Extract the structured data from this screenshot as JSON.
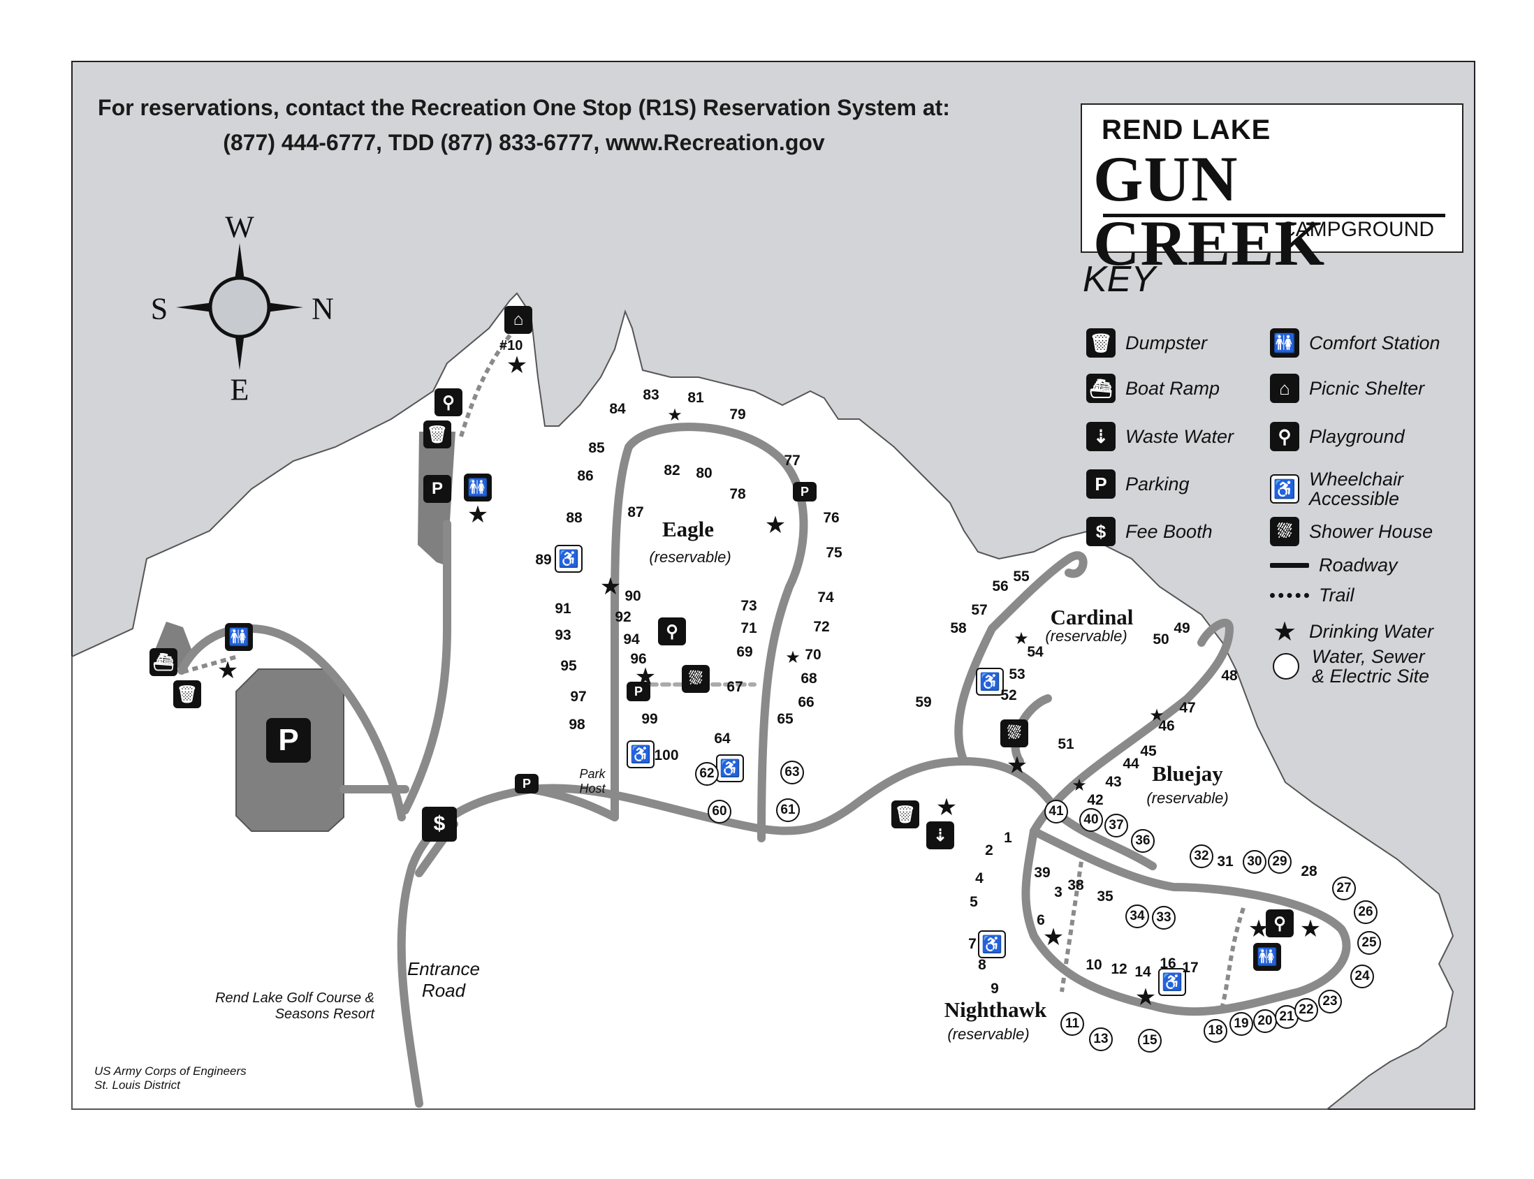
{
  "header": {
    "line1": "For reservations, contact the Recreation One Stop (R1S) Reservation System at:",
    "line2": "(877) 444-6777, TDD (877) 833-6777, www.Recreation.gov"
  },
  "title": {
    "sub1": "REND LAKE",
    "main": "GUN CREEK",
    "sub2": "CAMPGROUND"
  },
  "compass": {
    "top": "W",
    "left": "S",
    "right": "N",
    "bottom": "E"
  },
  "key": {
    "title": "KEY",
    "items": [
      {
        "icon": "dumpster-icon",
        "glyph": "🗑",
        "label": "Dumpster"
      },
      {
        "icon": "comfort-station-icon",
        "glyph": "🚻",
        "label": "Comfort Station"
      },
      {
        "icon": "boat-ramp-icon",
        "glyph": "⛴",
        "label": "Boat Ramp"
      },
      {
        "icon": "picnic-shelter-icon",
        "glyph": "⌂",
        "label": "Picnic Shelter"
      },
      {
        "icon": "waste-water-icon",
        "glyph": "⇣",
        "label": "Waste Water"
      },
      {
        "icon": "playground-icon",
        "glyph": "⚲",
        "label": "Playground"
      },
      {
        "icon": "parking-icon",
        "glyph": "P",
        "label": "Parking"
      },
      {
        "icon": "wheelchair-icon",
        "glyph": "♿",
        "label": "Wheelchair Accessible"
      },
      {
        "icon": "fee-booth-icon",
        "glyph": "$",
        "label": "Fee Booth"
      },
      {
        "icon": "shower-house-icon",
        "glyph": "⛆",
        "label": "Shower House"
      },
      {
        "icon": "roadway-icon",
        "glyph": "",
        "label": "Roadway"
      },
      {
        "icon": "trail-icon",
        "glyph": "",
        "label": "Trail"
      },
      {
        "icon": "drinking-water-icon",
        "glyph": "★",
        "label": "Drinking Water"
      },
      {
        "icon": "water-sewer-electric-icon",
        "glyph": "",
        "label": "Water, Sewer & Electric Site"
      }
    ]
  },
  "areas": {
    "eagle": {
      "name": "Eagle",
      "note": "(reservable)"
    },
    "cardinal": {
      "name": "Cardinal",
      "note": "(reservable)"
    },
    "bluejay": {
      "name": "Bluejay",
      "note": "(reservable)"
    },
    "nighthawk": {
      "name": "Nighthawk",
      "note": "(reservable)"
    }
  },
  "labels": {
    "entrance_road": "Entrance Road",
    "golf": "Rend Lake Golf Course & Seasons Resort",
    "park_host": "Park Host",
    "corps": "US Army Corps of Engineers St. Louis District",
    "site10": "#10"
  },
  "sites": {
    "plain": [
      "1",
      "2",
      "3",
      "4",
      "5",
      "6",
      "7",
      "8",
      "9",
      "10",
      "12",
      "14",
      "16",
      "17",
      "28",
      "31",
      "35",
      "38",
      "39",
      "42",
      "43",
      "44",
      "45",
      "46",
      "47",
      "48",
      "49",
      "50",
      "51",
      "52",
      "53",
      "54",
      "55",
      "56",
      "57",
      "58",
      "59",
      "64",
      "65",
      "66",
      "67",
      "68",
      "69",
      "70",
      "71",
      "72",
      "73",
      "74",
      "75",
      "76",
      "77",
      "78",
      "79",
      "80",
      "81",
      "82",
      "83",
      "84",
      "85",
      "86",
      "87",
      "88",
      "89",
      "90",
      "91",
      "92",
      "93",
      "94",
      "95",
      "96",
      "97",
      "98",
      "99",
      "100"
    ],
    "circled": [
      "11",
      "13",
      "15",
      "18",
      "19",
      "20",
      "21",
      "22",
      "23",
      "24",
      "25",
      "26",
      "27",
      "29",
      "30",
      "32",
      "33",
      "34",
      "36",
      "37",
      "40",
      "41",
      "60",
      "61",
      "62",
      "63"
    ]
  }
}
